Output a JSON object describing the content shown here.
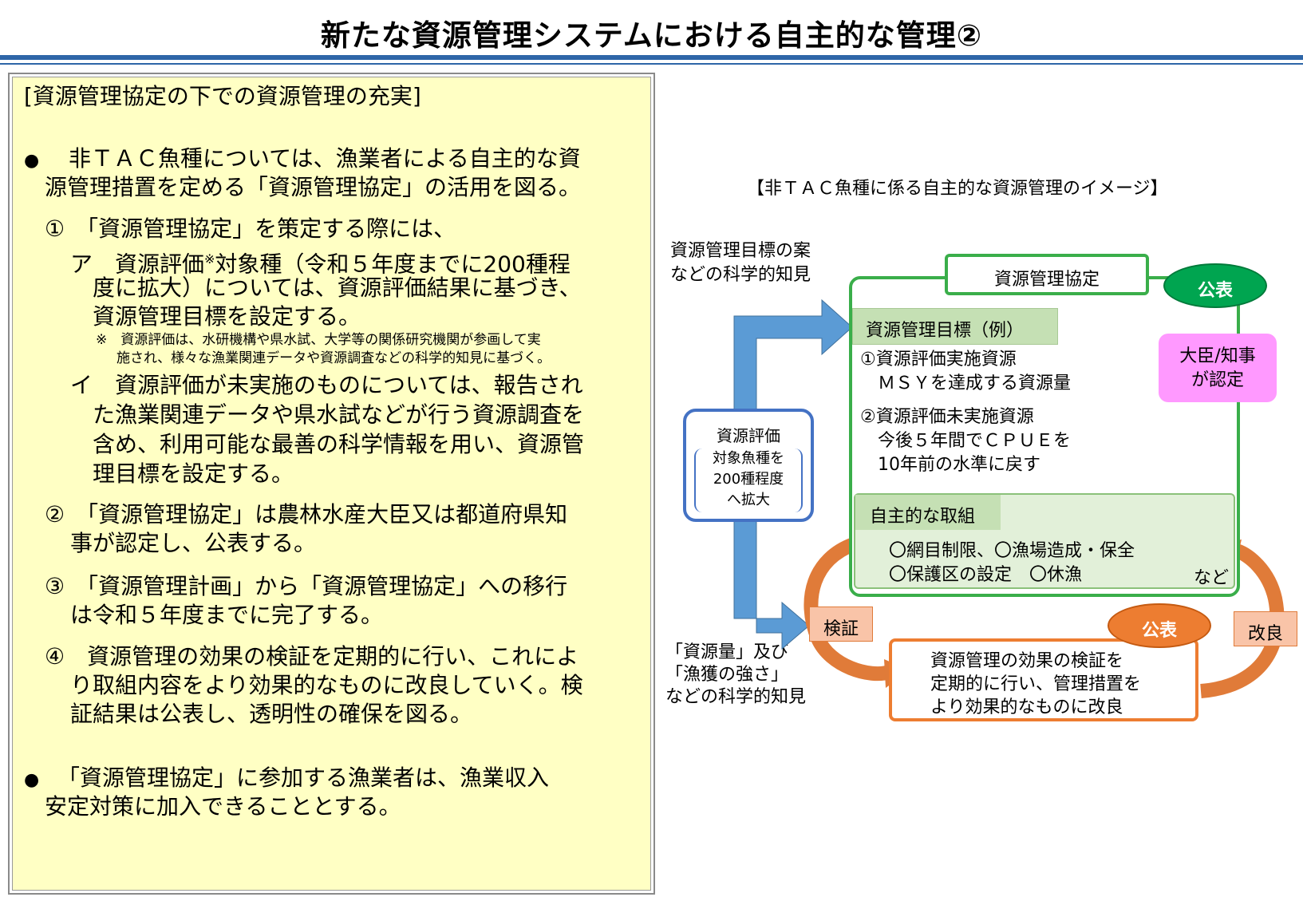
{
  "title": "新たな資源管理システムにおける自主的な管理②",
  "left": {
    "heading": "[資源管理協定の下での資源管理の充実]",
    "bullet_symbol": "●",
    "p1": [
      "　非ＴＡＣ魚種については、漁業者による自主的な資",
      "源管理措置を定める「資源管理協定」の活用を図る。"
    ],
    "item1": {
      "line": "①　「資源管理協定」を策定する際には、",
      "a": [
        "ア　資源評価",
        "※",
        "対象種（令和５年度までに200種程",
        "度に拡大）については、資源評価結果に基づき、",
        "資源管理目標を設定する。"
      ],
      "note": [
        "※　資源評価は、水研機構や県水試、大学等の関係研究機関が参画して実",
        "施され、様々な漁業関連データや資源調査などの科学的知見に基づく。"
      ],
      "i": [
        "イ　資源評価が未実施のものについては、報告され",
        "た漁業関連データや県水試などが行う資源調査を",
        "含め、利用可能な最善の科学情報を用い、資源管",
        "理目標を設定する。"
      ]
    },
    "item2": [
      "②　「資源管理協定」は農林水産大臣又は都道府県知",
      "事が認定し、公表する。"
    ],
    "item3": [
      "③　「資源管理計画」から「資源管理協定」への移行",
      "は令和５年度までに完了する。"
    ],
    "item4": [
      "④　資源管理の効果の検証を定期的に行い、これによ",
      "り取組内容をより効果的なものに改良していく。検",
      "証結果は公表し、透明性の確保を図る。"
    ],
    "p2": [
      "　「資源管理協定」に参加する漁業者は、漁業収入",
      "安定対策に加入できることとする。"
    ]
  },
  "diagram": {
    "title": "【非ＴＡＣ魚種に係る自主的な資源管理のイメージ】",
    "top_note": [
      "資源管理目標の案",
      "などの科学的知見"
    ],
    "bottom_note": [
      "「資源量」及び",
      "「漁獲の強さ」",
      "などの科学的知見"
    ],
    "assessment": {
      "title": "資源評価",
      "sub": [
        "対象魚種を",
        "200種程度",
        "へ拡大"
      ]
    },
    "agreement": "資源管理協定",
    "publish1": "公表",
    "minister": [
      "大臣/知事",
      "が認定"
    ],
    "goal_header": "資源管理目標（例）",
    "goal_items": [
      "①資源評価実施資源",
      "　ＭＳＹを達成する資源量",
      "②資源評価未実施資源",
      "　今後５年間でＣＰＵＥを",
      "　10年前の水準に戻す"
    ],
    "voluntary_header": "自主的な取組",
    "voluntary_items": [
      "〇網目制限、〇漁場造成・保全",
      "〇保護区の設定　〇休漁"
    ],
    "voluntary_etc": "など",
    "verify": "検証",
    "improve": "改良",
    "publish2": "公表",
    "review": [
      "資源管理の効果の検証を",
      "定期的に行い、管理措置を",
      "より効果的なものに改良"
    ],
    "colors": {
      "green": "#3AAE4A",
      "blue_arrow": "#5B9BD5",
      "orange": "#ED7D31",
      "pink": "#FF99FF",
      "light_green": "#E2F0D9",
      "header_green": "#C5E0B4"
    }
  }
}
